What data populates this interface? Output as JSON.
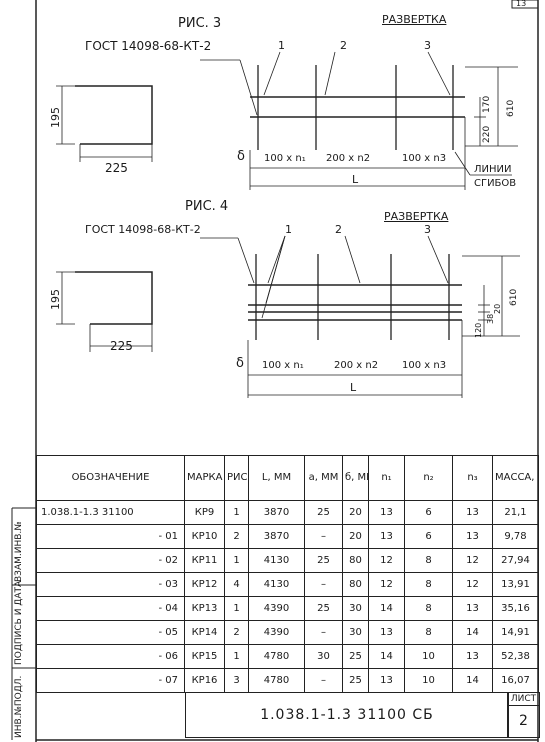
{
  "page_number": "13",
  "fig3": {
    "title": "РИС. 3",
    "unfold": "РАЗВЕРТКА",
    "gost": "ГОСТ 14098-68-КТ-2",
    "callouts": [
      "1",
      "2",
      "3"
    ],
    "dim_height": "195",
    "dim_width": "225",
    "delta": "δ",
    "seg1": "100 x n₁",
    "seg2": "200 x n2",
    "seg3": "100 x n3",
    "L": "L",
    "dim_170": "170",
    "dim_220": "220",
    "dim_610": "610",
    "bend_lines_1": "ЛИНИИ",
    "bend_lines_2": "СГИБОВ"
  },
  "fig4": {
    "title": "РИС. 4",
    "unfold": "РАЗВЕРТКА",
    "gost": "ГОСТ 14098-68-КТ-2",
    "callouts": [
      "1",
      "2",
      "3"
    ],
    "dim_height": "195",
    "dim_width": "225",
    "delta": "δ",
    "seg1": "100 x n₁",
    "seg2": "200 x n2",
    "seg3": "100 x n3",
    "L": "L",
    "dim_38": "38",
    "dim_20": "20",
    "dim_120": "120",
    "dim_610": "610"
  },
  "table": {
    "headers": [
      "ОБОЗНАЧЕНИЕ",
      "МАРКА",
      "РИС",
      "L, ММ",
      "a, ММ",
      "б, ММ",
      "n₁",
      "n₂",
      "n₃",
      "МАССА, КГ"
    ],
    "rows": [
      {
        "des": "1.038.1-1.3  31100",
        "mark": "КР9",
        "fig": "1",
        "L": "3870",
        "a": "25",
        "b": "20",
        "n1": "13",
        "n2": "6",
        "n3": "13",
        "mass": "21,1"
      },
      {
        "des": "- 01",
        "mark": "КР10",
        "fig": "2",
        "L": "3870",
        "a": "–",
        "b": "20",
        "n1": "13",
        "n2": "6",
        "n3": "13",
        "mass": "9,78"
      },
      {
        "des": "- 02",
        "mark": "КР11",
        "fig": "1",
        "L": "4130",
        "a": "25",
        "b": "80",
        "n1": "12",
        "n2": "8",
        "n3": "12",
        "mass": "27,94"
      },
      {
        "des": "- 03",
        "mark": "КР12",
        "fig": "4",
        "L": "4130",
        "a": "–",
        "b": "80",
        "n1": "12",
        "n2": "8",
        "n3": "12",
        "mass": "13,91"
      },
      {
        "des": "- 04",
        "mark": "КР13",
        "fig": "1",
        "L": "4390",
        "a": "25",
        "b": "30",
        "n1": "14",
        "n2": "8",
        "n3": "13",
        "mass": "35,16"
      },
      {
        "des": "- 05",
        "mark": "КР14",
        "fig": "2",
        "L": "4390",
        "a": "–",
        "b": "30",
        "n1": "13",
        "n2": "8",
        "n3": "14",
        "mass": "14,91"
      },
      {
        "des": "- 06",
        "mark": "КР15",
        "fig": "1",
        "L": "4780",
        "a": "30",
        "b": "25",
        "n1": "14",
        "n2": "10",
        "n3": "13",
        "mass": "52,38"
      },
      {
        "des": "- 07",
        "mark": "КР16",
        "fig": "3",
        "L": "4780",
        "a": "–",
        "b": "25",
        "n1": "13",
        "n2": "10",
        "n3": "14",
        "mass": "16,07"
      }
    ]
  },
  "side_labels": [
    "ВЗАМ.ИНВ.№",
    "ПОДПИСЬ И ДАТА",
    "ИНВ.№ПОДЛ."
  ],
  "stamp": {
    "code": "1.038.1-1.3  31100  СБ",
    "sheet_label": "ЛИСТ",
    "sheet_number": "2"
  }
}
